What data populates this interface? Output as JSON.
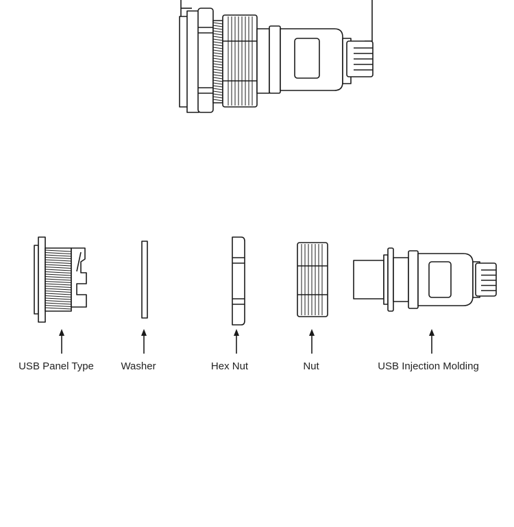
{
  "labels": {
    "usb_panel_type": "USB Panel Type",
    "washer": "Washer",
    "hex_nut": "Hex Nut",
    "nut": "Nut",
    "usb_injection_molding": "USB Injection Molding"
  },
  "colors": {
    "stroke": "#1a1a1a",
    "text": "#222222",
    "background": "#ffffff"
  }
}
